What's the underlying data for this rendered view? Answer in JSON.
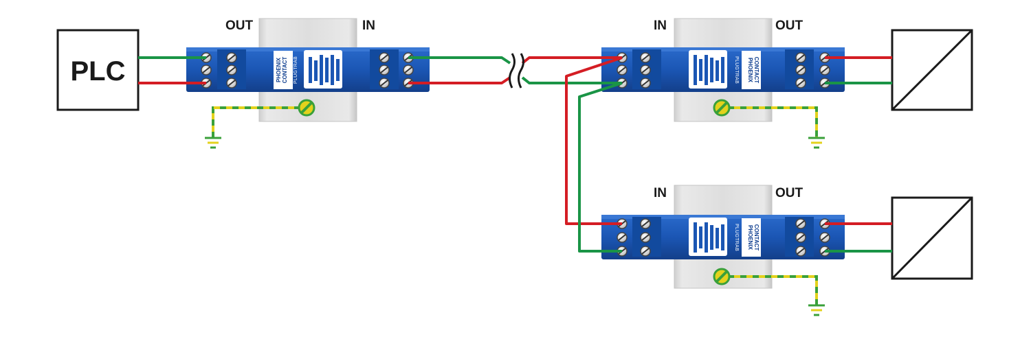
{
  "labels": {
    "plc": "PLC",
    "m1_out": "OUT",
    "m1_in": "IN",
    "m2_in": "IN",
    "m2_out": "OUT",
    "m3_in": "IN",
    "m3_out": "OUT"
  },
  "module": {
    "brand_line1": "PHOENIX",
    "brand_line2": "CONTACT",
    "product": "PLUGTRAB"
  },
  "colors": {
    "wire_red": "#d41d24",
    "wire_green": "#1a9446",
    "module_blue": "#1b56b4",
    "module_blue_dark": "#0f3f8c",
    "rail_grey": "#dadada",
    "earth_green": "#3aa03a",
    "earth_yellow": "#e3d21c",
    "box_stroke": "#1a1a1a"
  },
  "icons": {
    "ground": "ground-symbol-icon",
    "device": "field-device-icon",
    "cable_break": "cable-break-icon",
    "screw": "screw-terminal-icon"
  }
}
